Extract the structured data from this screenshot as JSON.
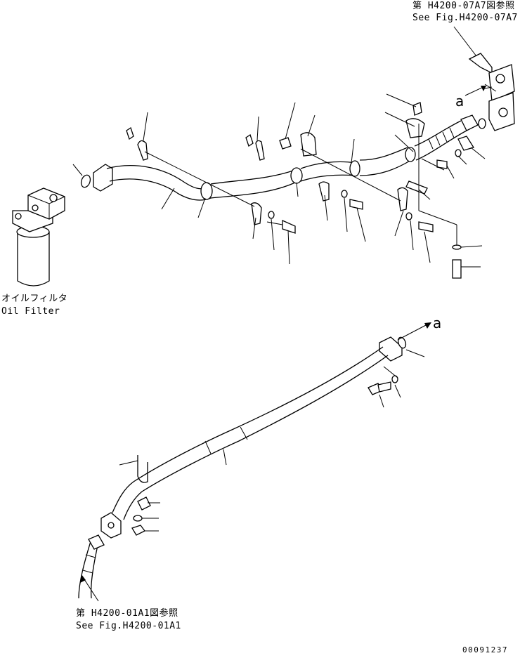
{
  "references": {
    "top_right_jp": "第 H4200-07A7図参照",
    "top_right_en": "See Fig.H4200-07A7",
    "bottom_jp": "第 H4200-01A1図参照",
    "bottom_en": "See Fig.H4200-01A1"
  },
  "oil_filter": {
    "label_jp": "オイルフィルタ",
    "label_en": "Oil Filter"
  },
  "connection_marker": "a",
  "drawing_number": "00091237"
}
